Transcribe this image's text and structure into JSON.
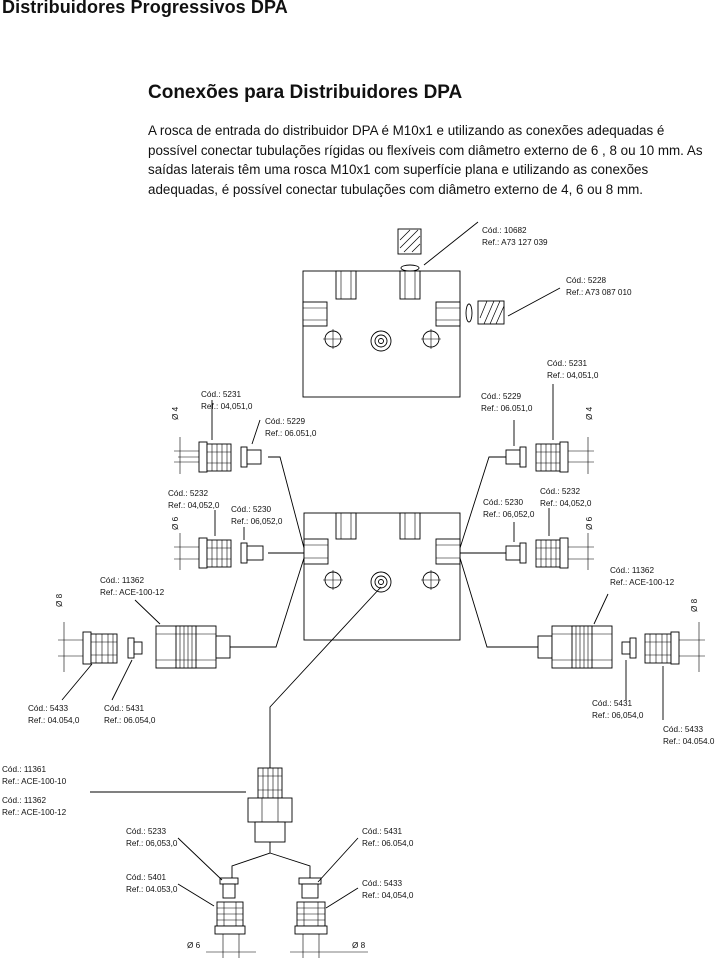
{
  "page": {
    "title": "Distribuidores Progressivos DPA",
    "section_title": "Conexões para Distribuidores DPA",
    "intro": "A rosca de entrada do distribuidor DPA é M10x1 e utilizando as conexões adequadas é possível conectar tubulações rígidas ou flexíveis com diâmetro externo de 6 , 8 ou 10 mm. As saídas laterais têm uma rosca M10x1 com superfície plana e utilizando as conexões adequadas, é possível conectar tubulações com diâmetro externo de 4, 6 ou 8 mm."
  },
  "labels": {
    "top_plug": {
      "cod": "Cód.: 10682",
      "ref": "Ref.: A73 127 039"
    },
    "side_plug": {
      "cod": "Cód.: 5228",
      "ref": "Ref.: A73 087 010"
    },
    "l4_nut": {
      "cod": "Cód.: 5231",
      "ref": "Ref.: 04,051,0"
    },
    "l4_ring": {
      "cod": "Cód.: 5229",
      "ref": "Ref.: 06.051,0"
    },
    "l6_nut": {
      "cod": "Cód.: 5232",
      "ref": "Ref.: 04,052,0"
    },
    "l6_ring": {
      "cod": "Cód.: 5230",
      "ref": "Ref.: 06,052,0"
    },
    "l8_adapter": {
      "cod": "Cód.: 11362",
      "ref": "Ref.: ACE-100-12"
    },
    "l8_nut": {
      "cod": "Cód.: 5433",
      "ref": "Ref.: 04.054,0"
    },
    "l8_ring": {
      "cod": "Cód.: 5431",
      "ref": "Ref.: 06.054,0"
    },
    "r4_ring": {
      "cod": "Cód.: 5229",
      "ref": "Ref.: 06.051,0"
    },
    "r4_nut": {
      "cod": "Cód.: 5231",
      "ref": "Ref.: 04,051,0"
    },
    "r6_ring": {
      "cod": "Cód.: 5230",
      "ref": "Ref.: 06,052,0"
    },
    "r6_nut": {
      "cod": "Cód.: 5232",
      "ref": "Ref.: 04,052,0"
    },
    "r8_adapter": {
      "cod": "Cód.: 11362",
      "ref": "Ref.: ACE-100-12"
    },
    "r8_ring": {
      "cod": "Cód.: 5431",
      "ref": "Ref.: 06,054,0"
    },
    "r8_nut": {
      "cod": "Cód.: 5433",
      "ref": "Ref.: 04.054.0"
    },
    "in_adapter_a": {
      "cod": "Cód.: 11361",
      "ref": "Ref.: ACE-100-10"
    },
    "in_adapter_b": {
      "cod": "Cód.: 11362",
      "ref": "Ref.: ACE-100-12"
    },
    "in6_ring": {
      "cod": "Cód.: 5233",
      "ref": "Ref.: 06,053,0"
    },
    "in6_nut": {
      "cod": "Cód.: 5401",
      "ref": "Ref.: 04.053,0"
    },
    "in8_ring": {
      "cod": "Cód.: 5431",
      "ref": "Ref.: 06.054,0"
    },
    "in8_nut": {
      "cod": "Cód.: 5433",
      "ref": "Ref.: 04,054,0"
    }
  },
  "dimensions": {
    "d4": "Ø 4",
    "d6": "Ø 6",
    "d8": "Ø 8"
  }
}
